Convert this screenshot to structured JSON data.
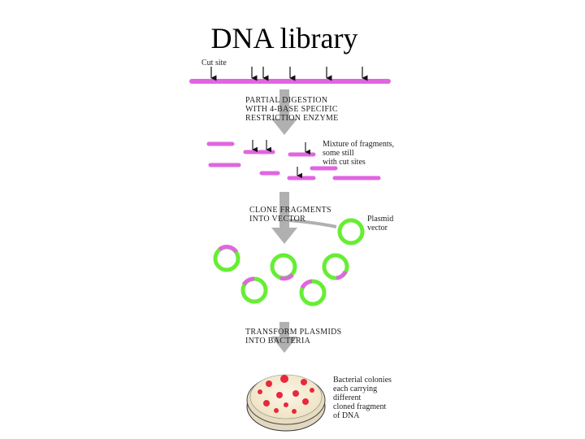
{
  "title": "DNA library",
  "labels": {
    "cut_site": "Cut site",
    "step1": "PARTIAL DIGESTION\nWITH 4-BASE SPECIFIC\nRESTRICTION ENZYME",
    "fragments": "Mixture of fragments,\nsome still\nwith cut sites",
    "step2": "CLONE FRAGMENTS\nINTO VECTOR",
    "plasmid": "Plasmid\nvector",
    "step3": "TRANSFORM PLASMIDS\nINTO BACTERIA",
    "colonies": "Bacterial colonies\neach carrying\ndifferent\ncloned fragment\nof DNA"
  },
  "colors": {
    "dna": "#e066e0",
    "plasmid": "#66ee33",
    "arrow": "#b0b0b0",
    "colony": "#e8283c",
    "dish": "#f8efd8"
  }
}
